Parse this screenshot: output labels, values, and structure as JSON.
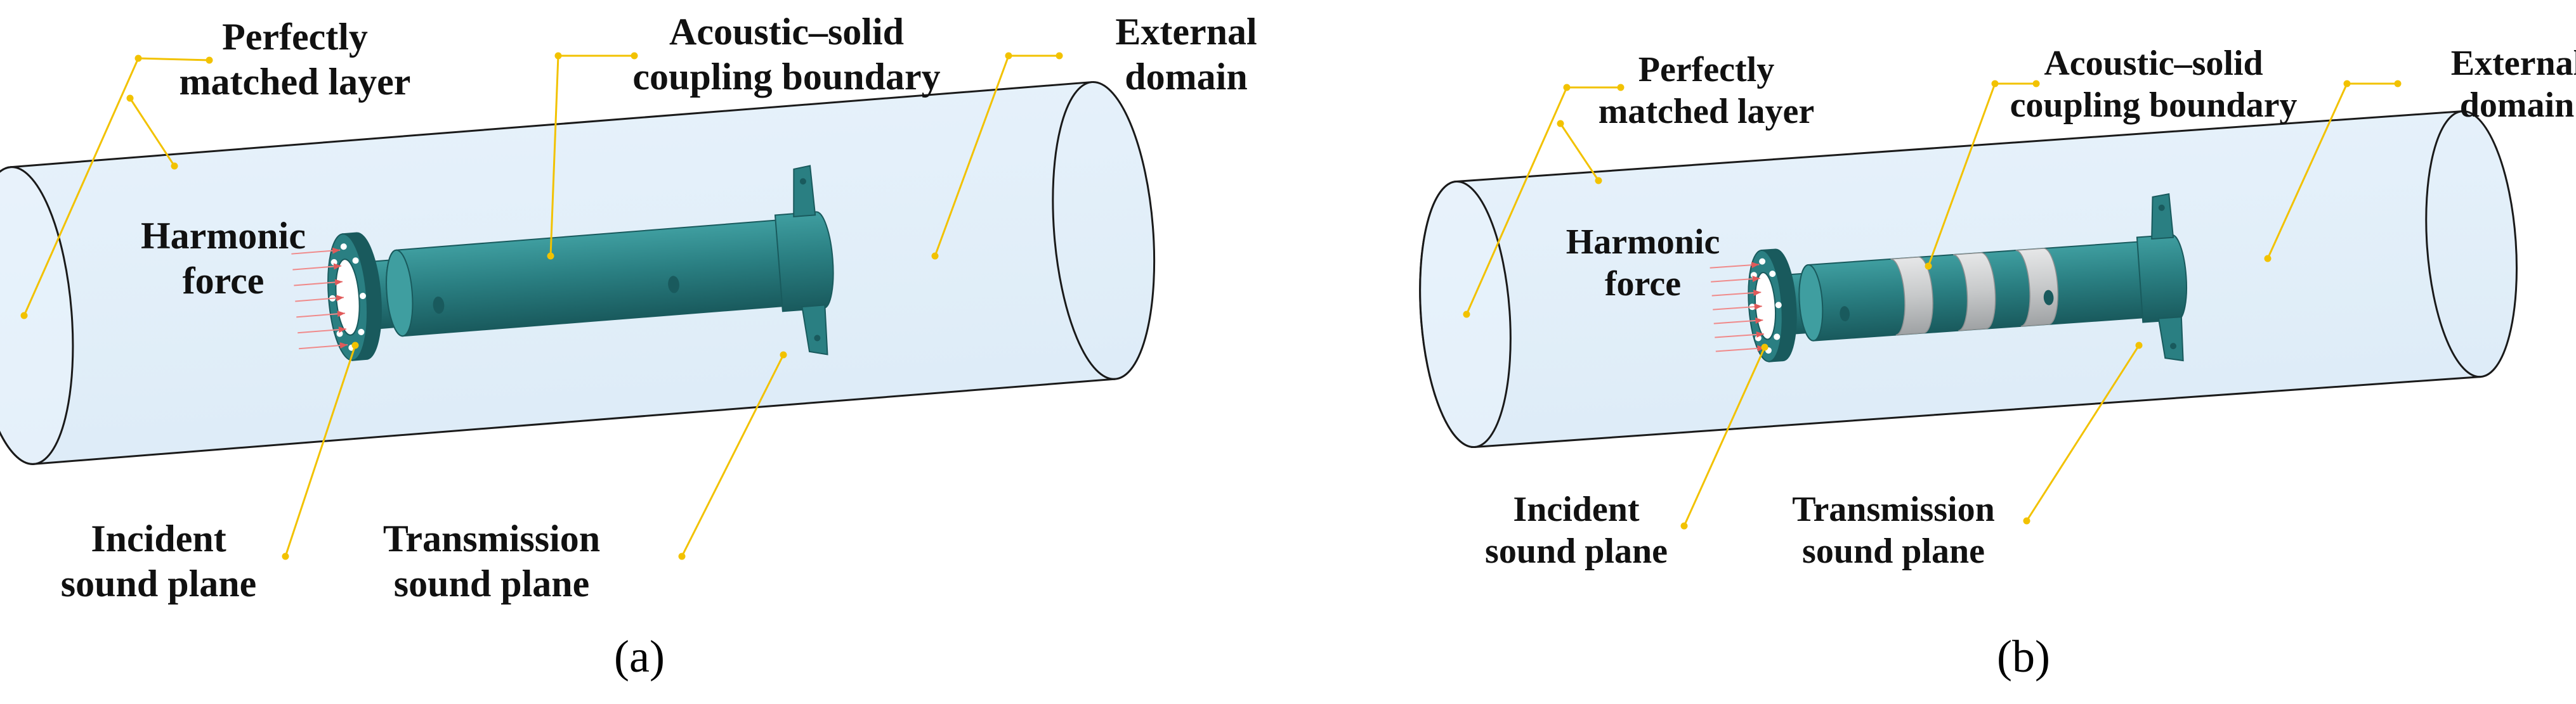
{
  "colors": {
    "domain_fill": "#dcebf7",
    "domain_stroke": "#1a1a1a",
    "leader": "#f2c200",
    "solid_light": "#3f9ea0",
    "solid_mid": "#2a7f82",
    "solid_dark": "#195a5d",
    "band": "#c7c9ca",
    "force_arrow": "#f08a8a"
  },
  "panels": [
    {
      "caption": "(a)",
      "banded": false,
      "labels": {
        "pml": [
          "Perfectly",
          "matched layer"
        ],
        "coupling": [
          "Acoustic–solid",
          "coupling boundary"
        ],
        "external": [
          "External",
          "domain"
        ],
        "force": [
          "Harmonic",
          "force"
        ],
        "incident": [
          "Incident",
          "sound plane"
        ],
        "transmission": [
          "Transmission",
          "sound plane"
        ]
      }
    },
    {
      "caption": "(b)",
      "banded": true,
      "labels": {
        "pml": [
          "Perfectly",
          "matched layer"
        ],
        "coupling": [
          "Acoustic–solid",
          "coupling boundary"
        ],
        "external": [
          "External",
          "domain"
        ],
        "force": [
          "Harmonic",
          "force"
        ],
        "incident": [
          "Incident",
          "sound plane"
        ],
        "transmission": [
          "Transmission",
          "sound plane"
        ]
      }
    }
  ]
}
